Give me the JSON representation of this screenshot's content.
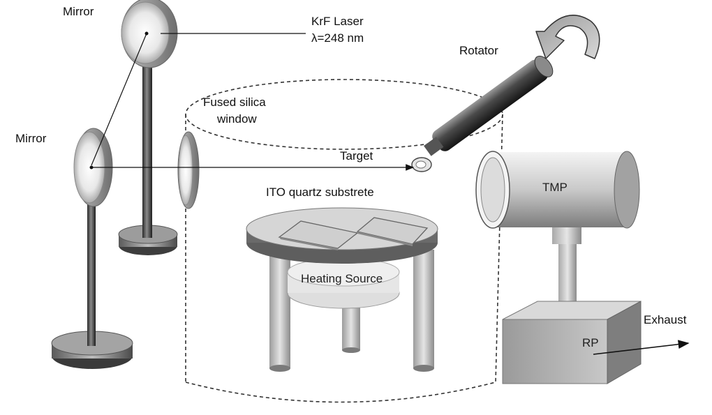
{
  "labels": {
    "mirror_top": "Mirror",
    "mirror_left": "Mirror",
    "laser_line1": "KrF Laser",
    "laser_line2": "λ=248 nm",
    "rotator": "Rotator",
    "window_line1": "Fused silica",
    "window_line2": "window",
    "target": "Target",
    "substrate": "ITO quartz substrete",
    "heating": "Heating Source",
    "tmp": "TMP",
    "rp": "RP",
    "exhaust": "Exhaust"
  }
}
